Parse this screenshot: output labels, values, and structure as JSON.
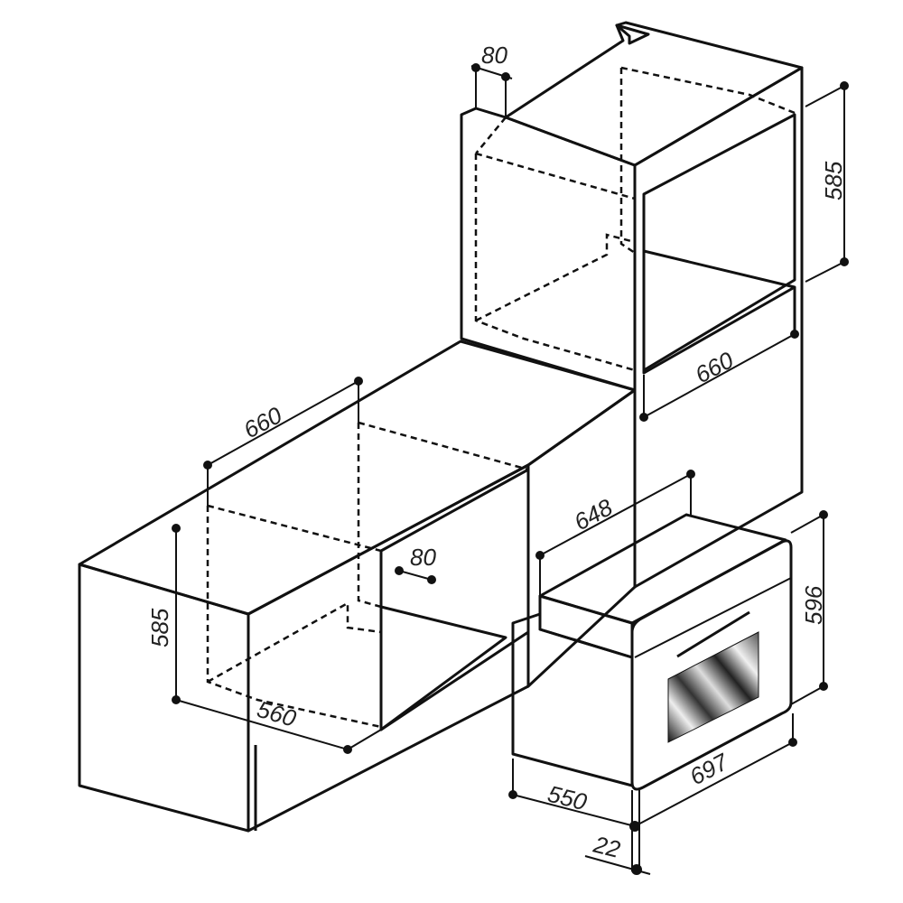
{
  "colors": {
    "dark_face": "#8e8e8e",
    "light_face": "#dcdcdc",
    "white_face": "#f4f4f4",
    "line": "#111111"
  },
  "dimensions": {
    "upper_gap": "80",
    "upper_height": "585",
    "upper_depth": "660",
    "lower_depth": "660",
    "lower_height": "585",
    "lower_width": "560",
    "lower_gap": "80",
    "oven_depth": "648",
    "oven_height": "596",
    "oven_width": "697",
    "oven_body_depth": "550",
    "oven_front_thickness": "22"
  }
}
